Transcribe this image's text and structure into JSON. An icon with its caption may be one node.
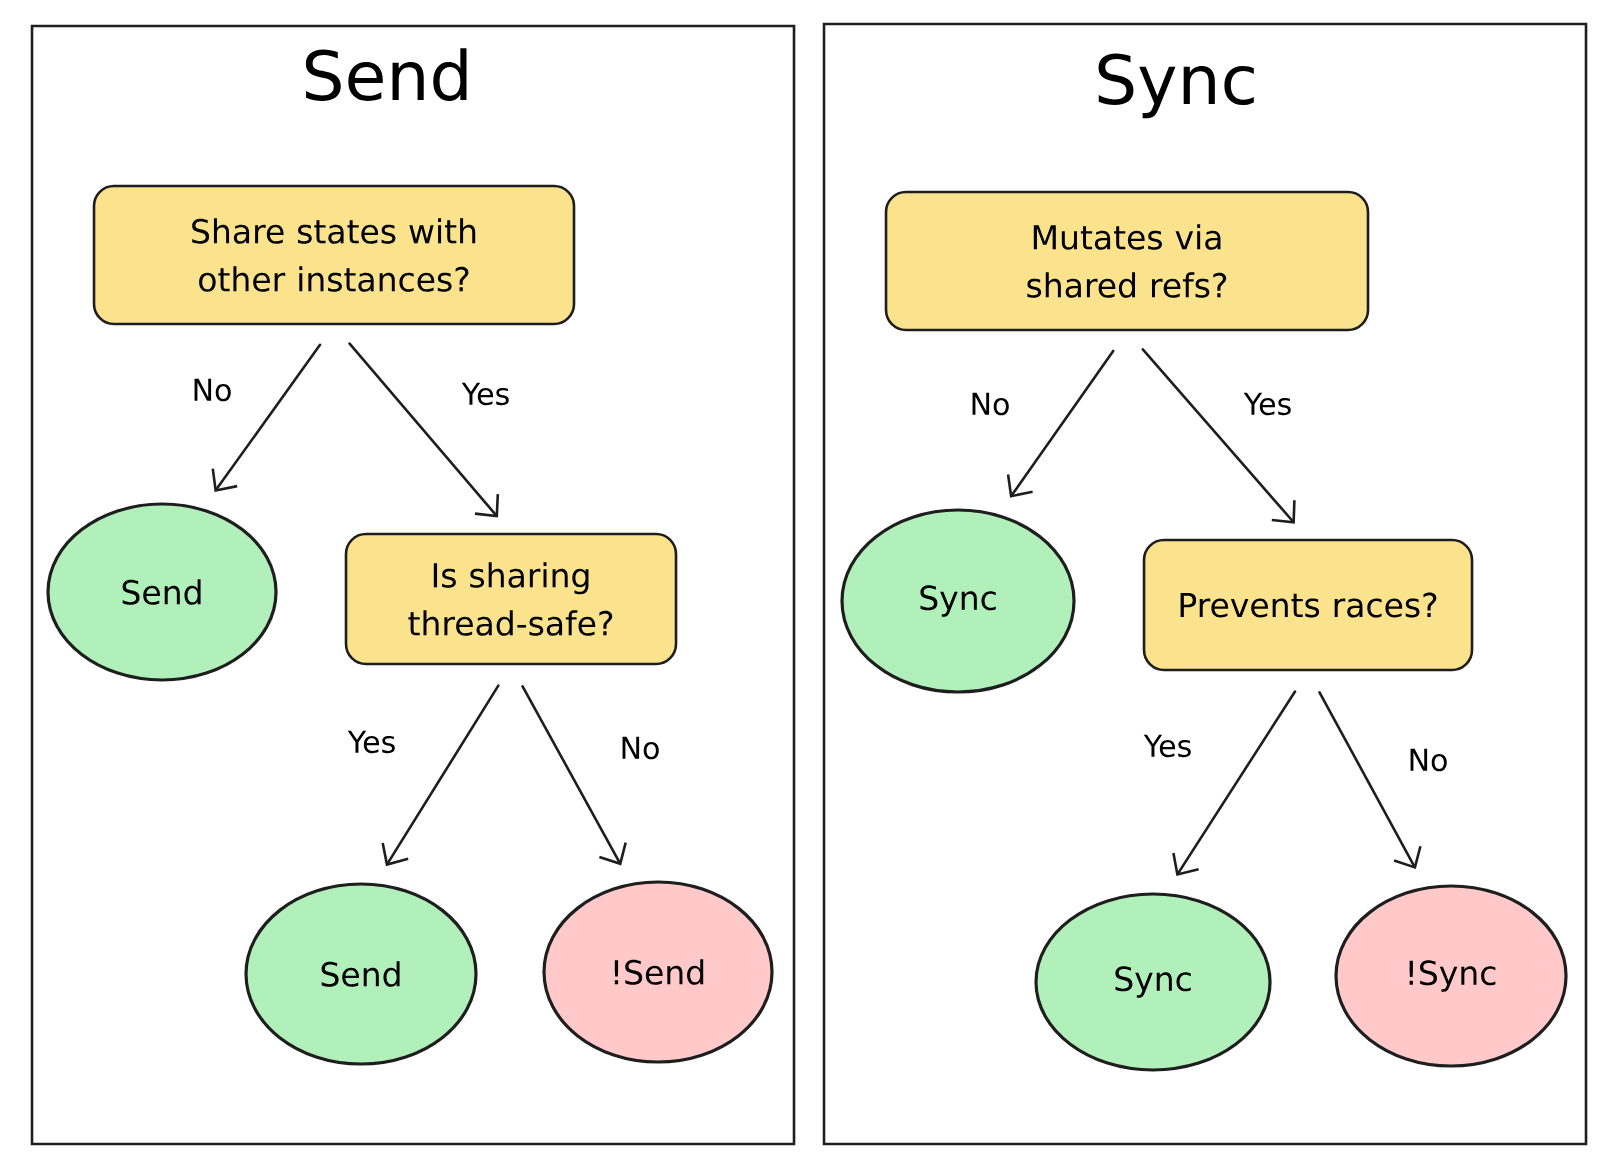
{
  "diagram": {
    "nodes": [
      {
        "text": [
          "Send"
        ]
      },
      {
        "text": [
          "Share states with other instances?"
        ],
        "in": 0
      },
      {
        "text": [
          "Send"
        ],
        "in": 0
      },
      {
        "text": [
          "Is sharing thread-safe?"
        ],
        "in": 0
      },
      {
        "text": [
          "Send"
        ],
        "in": 0
      },
      {
        "text": [
          "!Send"
        ],
        "in": 0
      },
      {
        "text": [
          "Sync"
        ]
      },
      {
        "text": [
          "Mutates via shared refs?"
        ],
        "in": 6
      },
      {
        "text": [
          "Sync"
        ],
        "in": 6
      },
      {
        "text": [
          "Prevents races?"
        ],
        "in": 6
      },
      {
        "text": [
          "Sync"
        ],
        "in": 6
      },
      {
        "text": [
          "!Sync"
        ],
        "in": 6
      }
    ],
    "edges": [
      {
        "from": 1,
        "to": 2,
        "arrow": "to",
        "label": "No"
      },
      {
        "from": 1,
        "to": 3,
        "arrow": "to",
        "label": "Yes"
      },
      {
        "from": 3,
        "to": 4,
        "arrow": "to",
        "label": "Yes"
      },
      {
        "from": 3,
        "to": 5,
        "arrow": "to",
        "label": "No"
      },
      {
        "from": 7,
        "to": 8,
        "arrow": "to",
        "label": "No"
      },
      {
        "from": 7,
        "to": 9,
        "arrow": "to",
        "label": "Yes"
      },
      {
        "from": 9,
        "to": 10,
        "arrow": "to",
        "label": "Yes"
      },
      {
        "from": 9,
        "to": 11,
        "arrow": "to",
        "label": "No"
      }
    ]
  }
}
